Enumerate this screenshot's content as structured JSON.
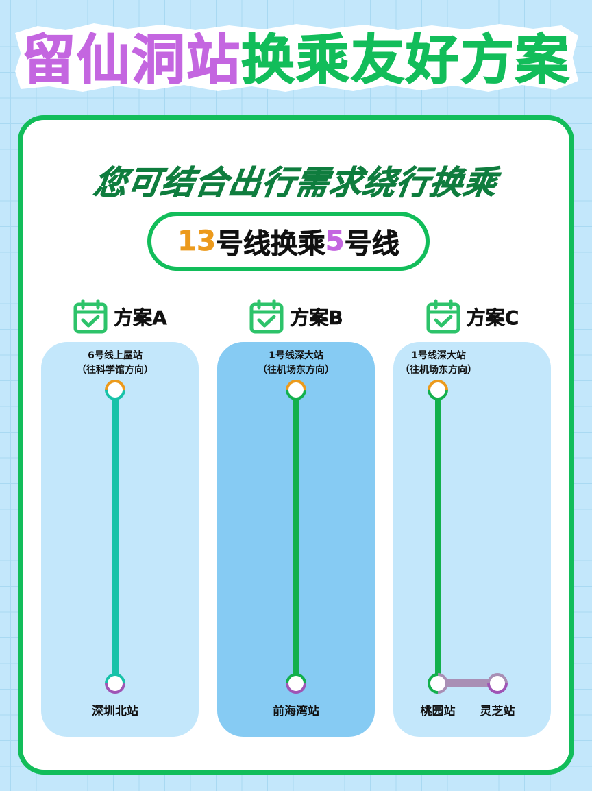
{
  "headline": {
    "part_purple": "留仙洞站",
    "part_green": "换乘友好方案"
  },
  "subtitle": "您可结合出行需求绕行换乘",
  "route_pill": {
    "from_line_number": "13",
    "from_line_suffix": "号线换乘",
    "to_line_number": "5",
    "to_line_suffix": "号线"
  },
  "colors": {
    "brand_green": "#12bd5a",
    "dark_green": "#0f7d3e",
    "purple": "#c466e0",
    "orange": "#ec9a1c",
    "line_13_teal": "#17c2a8",
    "line_1_green": "#12b04c",
    "line_5_purple": "#9f55b5",
    "panel_light": "#c3e7fb",
    "panel_highlight": "#86cbf3",
    "background": "#c3e7fb"
  },
  "plans": [
    {
      "icon": "calendar-check-icon",
      "title": "方案A",
      "start_station": "6号线上屋站",
      "start_direction": "（往科学馆方向）",
      "end_stations": [
        "深圳北站"
      ],
      "highlighted": false
    },
    {
      "icon": "calendar-check-icon",
      "title": "方案B",
      "start_station": "1号线深大站",
      "start_direction": "（往机场东方向）",
      "end_stations": [
        "前海湾站"
      ],
      "highlighted": true
    },
    {
      "icon": "calendar-check-icon",
      "title": "方案C",
      "start_station": "1号线深大站",
      "start_direction": "（往机场东方向）",
      "end_stations": [
        "桃园站",
        "灵芝站"
      ],
      "highlighted": false
    }
  ]
}
